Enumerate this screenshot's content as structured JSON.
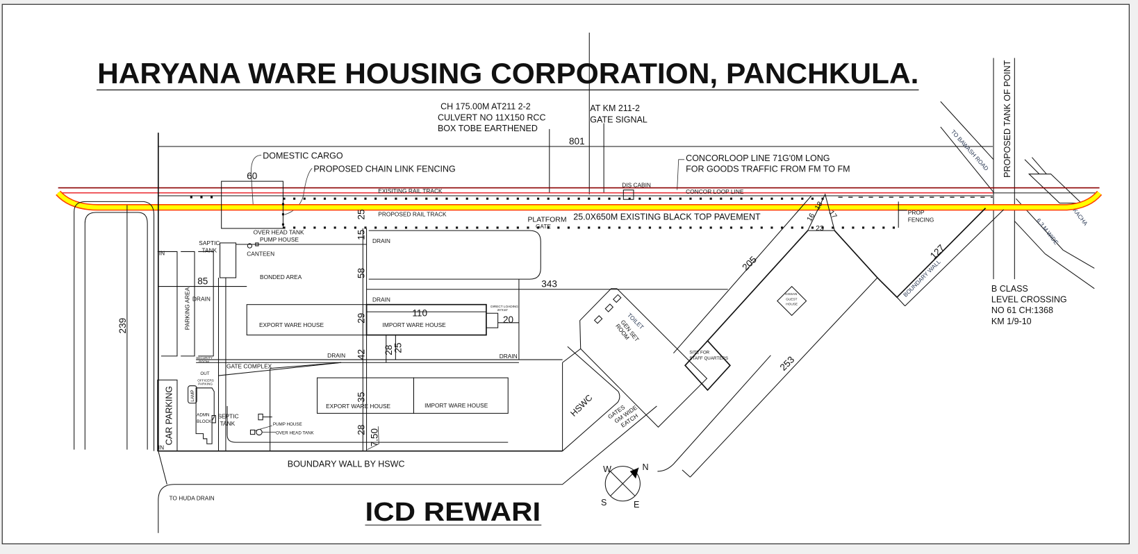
{
  "title": "HARYANA WARE HOUSING CORPORATION, PANCHKULA.",
  "subtitle": "ICD REWARI",
  "colors": {
    "existing_rail": "#8b0000",
    "rail_red": "#e8141b",
    "proposed_rail_fill": "#ffff00",
    "proposed_rail_edge": "#ff4000",
    "lines": "#111111"
  },
  "notes": {
    "culvert": [
      "CH 175.00M AT211 2-2",
      "CULVERT NO 11X150 RCC",
      "BOX TOBE EARTHENED"
    ],
    "gate_signal": [
      "AT KM 211-2",
      "GATE SIGNAL"
    ],
    "concor": [
      "CONCORLOOP LINE 71G'0M LONG",
      "FOR GOODS TRAFFIC FROM FM TO FM"
    ],
    "level_crossing": [
      "B CLASS",
      "LEVEL CROSSING",
      "NO 61 CH:1368",
      "KM 1/9-10"
    ],
    "domestic_cargo": "DOMESTIC CARGO",
    "chain_link": "PROPOSED CHAIN LINK FENCING",
    "proposed_tank": "PROPOSED TANK OF POINT"
  },
  "labels": {
    "existing_rail": "EXISITING RAIL TRACK",
    "proposed_rail": "PROPOSED RAIL TRACK",
    "dis_cabin": "DIS CABIN",
    "concor_loop": "CONCOR LOOP LINE",
    "platform": "PLATFORM",
    "gate": "GATE",
    "pavement": "25.0X650M EXISTING BLACK TOP PAVEMENT",
    "prop_fencing": [
      "PROP",
      "FENCING"
    ],
    "to_bawash": "TO BAWASH ROAD",
    "kacha": "KACHA",
    "road_width": "6.3 M WIDE",
    "overhead_tank_1": "OVER HEAD TANK",
    "pump_house_1": "PUMP HOUSE",
    "saptic_tank": [
      "SAPTIC",
      "TANK"
    ],
    "canteen": "CANTEEN",
    "in_top": "IN",
    "in_bottom": "IN",
    "drain_1": "DRAIN",
    "drain_2": "DRAIN",
    "drain_3": "DRAIN",
    "drain_4": "DRAIN",
    "drain_5": "DRAIN",
    "bonded_area": "BONDED AREA",
    "parking_area": "PARKING AREA",
    "export_wh_1": "EXPORT WARE HOUSE",
    "import_wh_1": "IMPORT WARE HOUSE",
    "direct_loading": [
      "DIRECT LOADING",
      "20'X10'"
    ],
    "security_room": [
      "SECURITY",
      "ROOM"
    ],
    "gate_complex": "GATE COMPLEX",
    "out": "OUT",
    "officers_parking": [
      "OFFICERS",
      "PARKING"
    ],
    "lamp": "LAMP",
    "admin_block": [
      "ADMN",
      "BLOCK"
    ],
    "septic_tank": [
      "SEPTIC",
      "TANK"
    ],
    "export_wh_2": "EXPORT WARE HOUSE",
    "import_wh_2": "IMPORT WARE HOUSE",
    "pump_house_2": "PUMP HOUSE",
    "overhead_tank_2": "OVER HEAD TANK",
    "car_parking": "CAR PARKING",
    "boundary_wall_hswc": "BOUNDARY WALL BY HSWC",
    "to_huda_drain": "TO HUDA DRAIN",
    "hswc": "HSWC",
    "gates": [
      "GATES",
      "GM WIDE",
      "EATCH"
    ],
    "toilet": "TOILET",
    "gen_set": [
      "GEN SET",
      "ROOM"
    ],
    "staff_quarters": [
      "SITE FOR",
      "STAFF QUARTERS"
    ],
    "kissan": [
      "KISSAN",
      "GUEST",
      "HOUSE"
    ],
    "boundary_wall": "BOUNDARY WALL"
  },
  "dimensions": {
    "d801": "801",
    "d60": "60",
    "d25a": "25",
    "d15": "15",
    "d58": "58",
    "d85": "85",
    "d343": "343",
    "d110": "110",
    "d20": "20",
    "d29": "29",
    "d28a": "28",
    "d25b": "25",
    "d42": "42",
    "d35": "35",
    "d28b": "28",
    "d750": "7.50",
    "d239": "239",
    "d205": "205",
    "d253": "253",
    "d127": "127",
    "d18": "18",
    "d16": "16",
    "d17": "17",
    "d23": "23"
  },
  "compass": {
    "n": "N",
    "e": "E",
    "s": "S",
    "w": "W"
  }
}
